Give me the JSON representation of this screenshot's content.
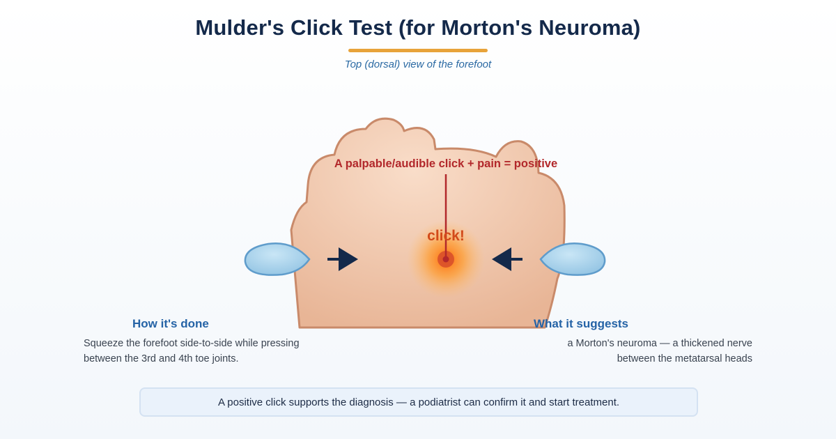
{
  "header": {
    "title": "Mulder's Click Test (for Morton's Neuroma)",
    "subtitle": "Top (dorsal) view of the forefoot"
  },
  "diagram": {
    "callout_label": "A palpable/audible click + pain = positive",
    "click_label": "click!"
  },
  "left_panel": {
    "heading": "How it's done",
    "lines": [
      "Squeeze the forefoot side-to-side while pressing",
      "between the 3rd and 4th toe joints."
    ]
  },
  "right_panel": {
    "heading": "What it suggests",
    "lines": [
      "a Morton's neuroma — a thickened nerve",
      "between the metatarsal heads"
    ]
  },
  "footer": {
    "note": "A positive click supports the diagnosis — a podiatrist can confirm it and start treatment."
  },
  "colors": {
    "title": "#14294a",
    "accent_rule": "#e8a33a",
    "heading": "#2563a6",
    "foot_fill": "#f0c2a4",
    "foot_stroke": "#c98a6a",
    "arrow": "#14294a",
    "callout": "#b2282b",
    "click": "#d24a1a",
    "hand": "#a9d3ec"
  }
}
